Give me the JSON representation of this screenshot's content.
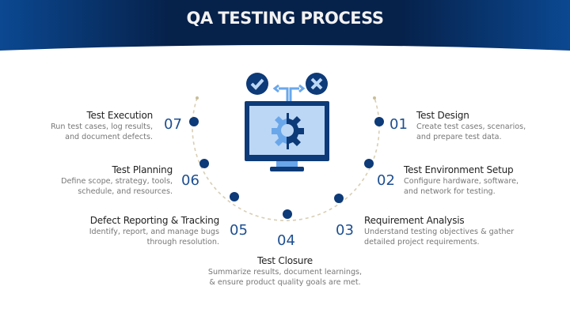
{
  "header": {
    "title": "QA TESTING PROCESS"
  },
  "colors": {
    "dark_blue": "#0c2a55",
    "blue": "#1d4f91",
    "light_blue": "#bcd7f5",
    "accent_blue": "#6aa7ea",
    "dash": "#d8ceb4"
  },
  "steps": [
    {
      "number": "01",
      "title": "Test Design",
      "desc": [
        "Create test cases, scenarios,",
        "and prepare test data."
      ]
    },
    {
      "number": "02",
      "title": "Test Environment Setup",
      "desc": [
        "Configure hardware, software,",
        "and network for testing."
      ]
    },
    {
      "number": "03",
      "title": "Requirement Analysis",
      "desc": [
        "Understand testing objectives & gather",
        "detailed project requirements."
      ]
    },
    {
      "number": "04",
      "title": "Test Closure",
      "desc": [
        "Summarize results, document learnings,",
        "& ensure product quality goals are met."
      ]
    },
    {
      "number": "05",
      "title": "Defect Reporting & Tracking",
      "desc": [
        "Identify, report, and manage bugs",
        "through resolution."
      ]
    },
    {
      "number": "06",
      "title": "Test Planning",
      "desc": [
        "Define scope, strategy, tools,",
        "schedule, and resources."
      ]
    },
    {
      "number": "07",
      "title": "Test Execution",
      "desc": [
        "Run test cases, log results,",
        "and document defects."
      ]
    }
  ]
}
